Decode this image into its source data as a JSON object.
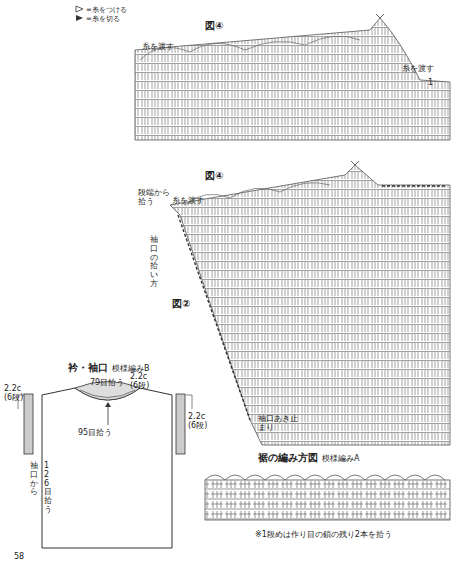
{
  "diagram": {
    "labels": [
      "図④",
      "糸を渡す",
      "糸を渡す",
      "1",
      "図④",
      "段端から拾う",
      "糸を渡す",
      "袖口の拾い方",
      "図②",
      "袖口あき止まり",
      "衿・袖口",
      "模様編みB",
      "79目拾う",
      "2.2c (6段)",
      "2.2c (6段)",
      "2.2c (6段)",
      "95目拾う",
      "袖口から",
      "126目拾う",
      "裾の編み方図",
      "模様編みA",
      "※1段めは作り目の鎖の残り2本を拾う",
      "58"
    ],
    "legend": [
      {
        "text": "=糸をつける"
      },
      {
        "text": "=糸を切る"
      }
    ]
  }
}
